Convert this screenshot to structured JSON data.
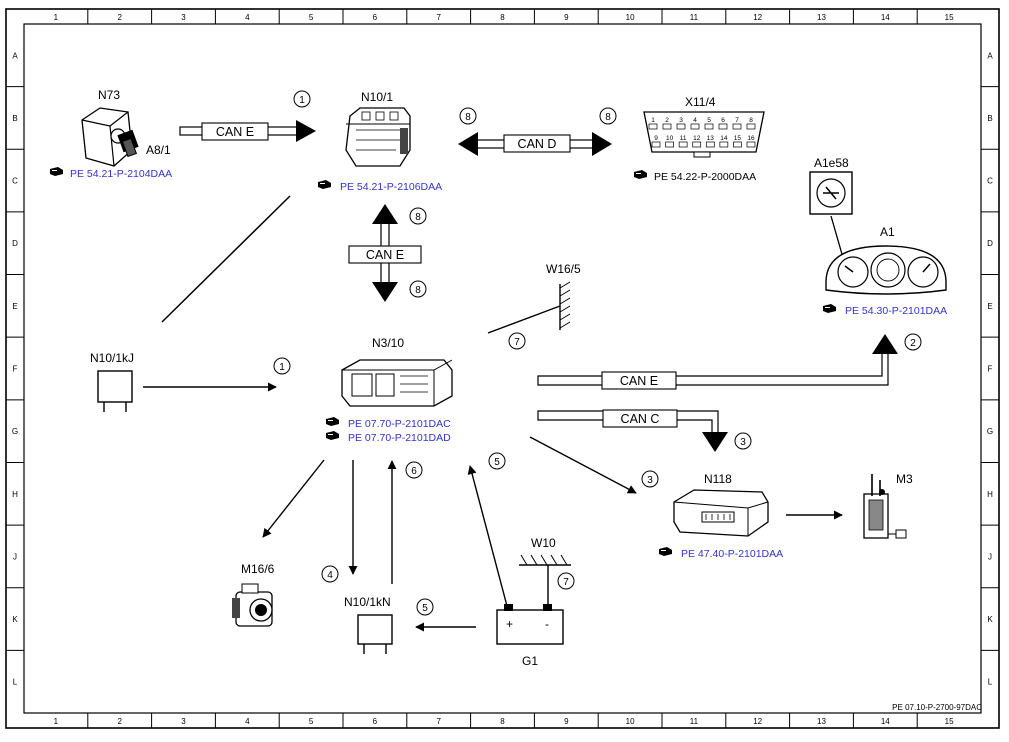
{
  "grid": {
    "columns": [
      "1",
      "2",
      "3",
      "4",
      "5",
      "6",
      "7",
      "8",
      "9",
      "10",
      "11",
      "12",
      "13",
      "14",
      "15"
    ],
    "rows": [
      "A",
      "B",
      "C",
      "D",
      "E",
      "F",
      "G",
      "H",
      "J",
      "K",
      "L"
    ]
  },
  "components": {
    "n73": "N73",
    "a8_1": "A8/1",
    "n10_1": "N10/1",
    "x11_4": "X11/4",
    "a1e58": "A1e58",
    "a1": "A1",
    "w16_5": "W16/5",
    "n10_1kj": "N10/1kJ",
    "n3_10": "N3/10",
    "n118": "N118",
    "m3": "M3",
    "m16_6": "M16/6",
    "n10_1kn": "N10/1kN",
    "w10": "W10",
    "g1": "G1"
  },
  "references": {
    "n73": "PE 54.21-P-2104DAA",
    "n10_1": "PE 54.21-P-2106DAA",
    "x11_4": "PE 54.22-P-2000DAA",
    "a1": "PE 54.30-P-2101DAA",
    "n3_10_a": "PE 07.70-P-2101DAC",
    "n3_10_b": "PE 07.70-P-2101DAD",
    "n118": "PE 47.40-P-2101DAA"
  },
  "buses": {
    "can_e_top": "CAN E",
    "can_d": "CAN D",
    "can_e_vertical": "CAN E",
    "can_e_right": "CAN E",
    "can_c": "CAN C"
  },
  "step_numbers": {
    "s1_top": "1",
    "s8_left": "8",
    "s8_right": "8",
    "s8_up": "8",
    "s8_down": "8",
    "s2": "2",
    "s7_w16": "7",
    "s1_mid": "1",
    "s3_canc": "3",
    "s3_n118": "3",
    "s6": "6",
    "s5_up": "5",
    "s4": "4",
    "s5_left": "5",
    "s7_w10": "7"
  },
  "battery": {
    "plus": "+",
    "minus": "-"
  },
  "obd_pins": {
    "top": [
      "1",
      "2",
      "3",
      "4",
      "5",
      "6",
      "7",
      "8"
    ],
    "bottom": [
      "9",
      "10",
      "11",
      "12",
      "13",
      "14",
      "15",
      "16"
    ]
  },
  "footer": {
    "doc_id": "PE 07.10-P-2700-97DAC"
  }
}
